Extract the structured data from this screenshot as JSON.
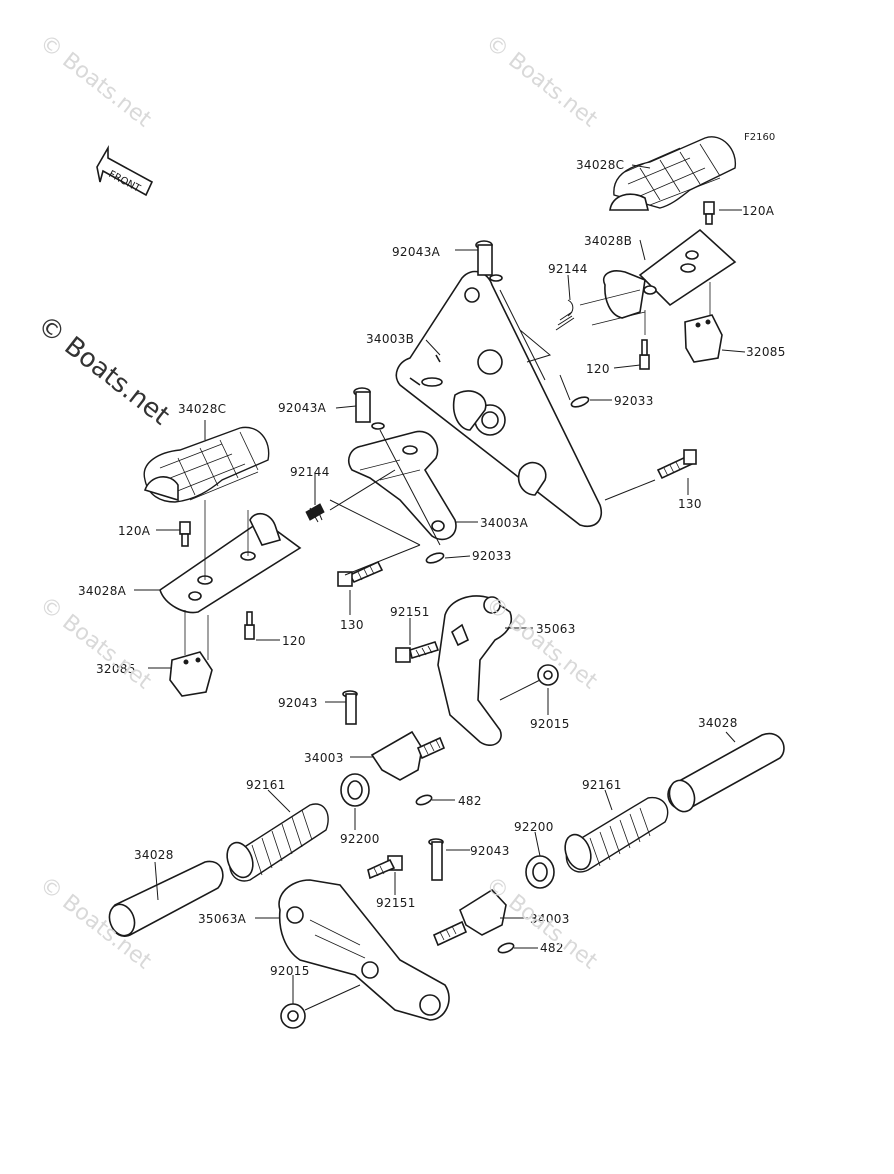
{
  "diagram": {
    "code": "F2160",
    "direction_label": "FRONT",
    "watermark": "© Boats.net",
    "labels": {
      "p34028C_top": "34028C",
      "p120A_top": "120A",
      "p34028B": "34028B",
      "p92043A_top": "92043A",
      "p92144_top": "92144",
      "p34003B": "34003B",
      "p32085_right": "32085",
      "p120_top": "120",
      "p92033_top": "92033",
      "p130_right": "130",
      "p34028C_left": "34028C",
      "p92043A_mid": "92043A",
      "p92144_mid": "92144",
      "p34003A": "34003A",
      "p120A_left": "120A",
      "p92033_mid": "92033",
      "p34028A": "34028A",
      "p130_left": "130",
      "p120_left": "120",
      "p92151_top": "92151",
      "p35063": "35063",
      "p32085_left": "32085",
      "p92015_right": "92015",
      "p92043_top": "92043",
      "p34003_top": "34003",
      "p482_top": "482",
      "p92161_left": "92161",
      "p92200_left": "92200",
      "p34028_right": "34028",
      "p92161_right": "92161",
      "p92200_right": "92200",
      "p34028_left": "34028",
      "p92043_bottom": "92043",
      "p92151_bottom": "92151",
      "p35063A": "35063A",
      "p34003_bottom": "34003",
      "p482_bottom": "482",
      "p92015_left": "92015"
    }
  }
}
